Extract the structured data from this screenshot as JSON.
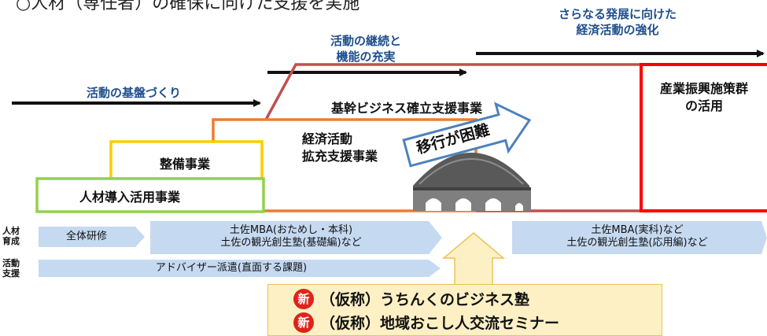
{
  "header": {
    "title": "○人材（専任者）の確保に向けた支援を実施"
  },
  "phases": [
    {
      "label": "活動の基盤づくり"
    },
    {
      "label_line1": "活動の継続と",
      "label_line2": "機能の充実"
    },
    {
      "label_line1": "さらなる発展に向けた",
      "label_line2": "経済活動の強化"
    }
  ],
  "programs": {
    "jinzai": "人材導入活用事業",
    "seibi": "整備事業",
    "keizai_line1": "経済活動",
    "keizai_line2": "拡充支援事業",
    "kikan": "基幹ビジネス確立支援事業",
    "sangyo_line1": "産業振興施策群",
    "sangyo_line2": "の活用",
    "iko": "移行が困難"
  },
  "rows": {
    "jinzai_ikusei_line1": "人材",
    "jinzai_ikusei_line2": "育成",
    "katsudo_shien_line1": "活動",
    "katsudo_shien_line2": "支援"
  },
  "bands": {
    "zentai": "全体研修",
    "mba1_line1": "土佐MBA(おためし・本科)",
    "mba1_line2": "土佐の観光創生塾(基礎編)など",
    "mba2_line1": "土佐MBA(実科)など",
    "mba2_line2": "土佐の観光創生塾(応用編)など",
    "advisor": "アドバイザー派遣(直面する課題)"
  },
  "callout": {
    "badge": "新",
    "line1": "（仮称）うちんくのビジネス塾",
    "line2": "（仮称）地域おこし人交流セミナー"
  },
  "colors": {
    "phase_text": "#1f4e8c",
    "green": "#92d050",
    "yellow": "#ffcc00",
    "orange": "#ed7d31",
    "brown": "#c0504d",
    "red": "#ff0000",
    "band": "#c5d9f1",
    "callout": "#fdf0c4",
    "badge": "#e0231a"
  }
}
